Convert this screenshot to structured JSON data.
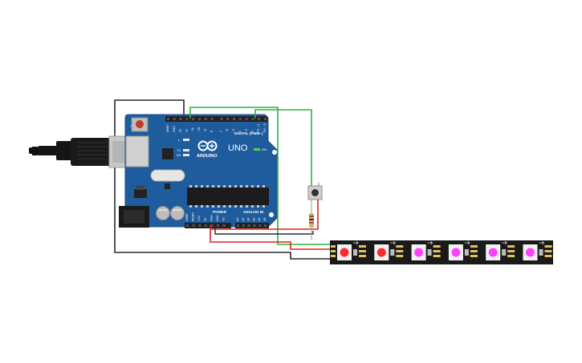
{
  "board": {
    "brand": "ARDUINO",
    "model": "UNO",
    "header_digital": "DIGITAL (PWM~)",
    "header_power": "POWER",
    "header_analog": "ANALOG IN",
    "led_on": "ON",
    "led_l": "L",
    "led_tx": "TX",
    "led_rx": "RX",
    "pin_labels_top": [
      "AREF",
      "GND",
      "13",
      "12",
      "~11",
      "~10",
      "~9",
      "8",
      "7",
      "~6",
      "~5",
      "4",
      "~3",
      "2",
      "TX→1",
      "RX←0"
    ],
    "pin_labels_power": [
      "IOREF",
      "RESET",
      "3.3V",
      "5V",
      "GND",
      "GND",
      "Vin"
    ],
    "pin_labels_analog": [
      "A0",
      "A1",
      "A2",
      "A3",
      "A4",
      "A5"
    ]
  },
  "led_strip": {
    "pixel_count": 6,
    "pixel_colors": [
      "#ff2a2a",
      "#ff2a2a",
      "#ff40ff",
      "#ff40ff",
      "#ff40ff",
      "#ff40ff"
    ]
  },
  "wires": {
    "colors": {
      "green": "#2fb33f",
      "red": "#e02020",
      "black": "#2a2a2a"
    }
  },
  "colors": {
    "board_blue": "#1f5c9e",
    "board_edge": "#174a82",
    "strip_bg": "#1a1a1a"
  }
}
